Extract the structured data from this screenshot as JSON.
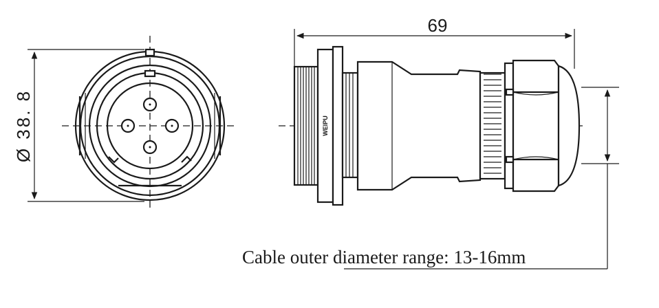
{
  "drawing": {
    "diameter_label": "Ø 38. 8",
    "length_label": "69",
    "brand_text": "WEIPU",
    "caption": "Cable outer  diameter range: 13-16mm"
  }
}
